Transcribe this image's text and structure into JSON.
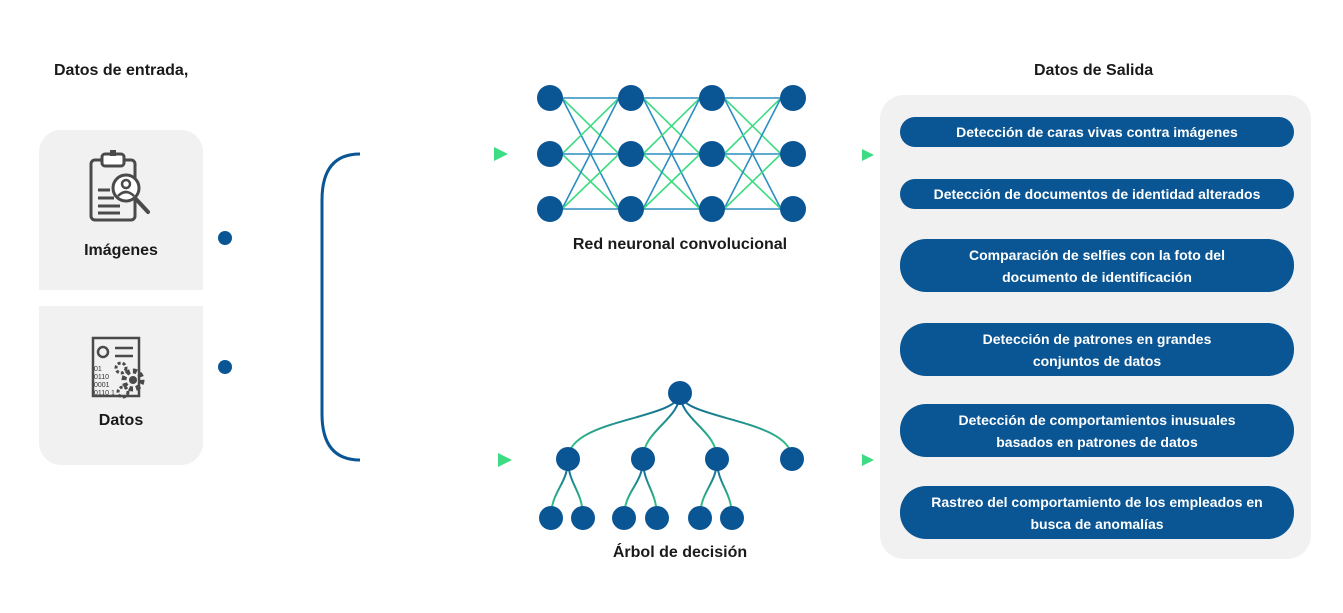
{
  "input_heading": "Datos de entrada,",
  "output_heading": "Datos de Salida",
  "inputs": [
    {
      "label": "Imágenes",
      "icon": "clipboard-search-icon"
    },
    {
      "label": "Datos",
      "icon": "binary-gears-icon"
    }
  ],
  "binary_lines": [
    "01",
    "0110",
    "0001",
    "0110 1"
  ],
  "models": [
    {
      "label": "Red neuronal convolucional",
      "icon": "neural-network"
    },
    {
      "label": "Árbol de decisión",
      "icon": "decision-tree"
    }
  ],
  "outputs": [
    {
      "lines": [
        "Detección de caras vivas contra imágenes"
      ]
    },
    {
      "lines": [
        "Detección de documentos de identidad alterados"
      ]
    },
    {
      "lines": [
        "Comparación de selfies con la foto del",
        "documento de identificación"
      ]
    },
    {
      "lines": [
        "Detección de patrones en grandes",
        "conjuntos de datos"
      ]
    },
    {
      "lines": [
        "Detección de comportamientos inusuales",
        "basados en patrones de datos"
      ]
    },
    {
      "lines": [
        "Rastreo del comportamiento de los empleados en",
        "busca de anomalías"
      ]
    }
  ],
  "colors": {
    "primary": "#0a5694",
    "accent": "#3ddc84",
    "card": "#f1f1f1",
    "icon": "#4a4a4a"
  }
}
